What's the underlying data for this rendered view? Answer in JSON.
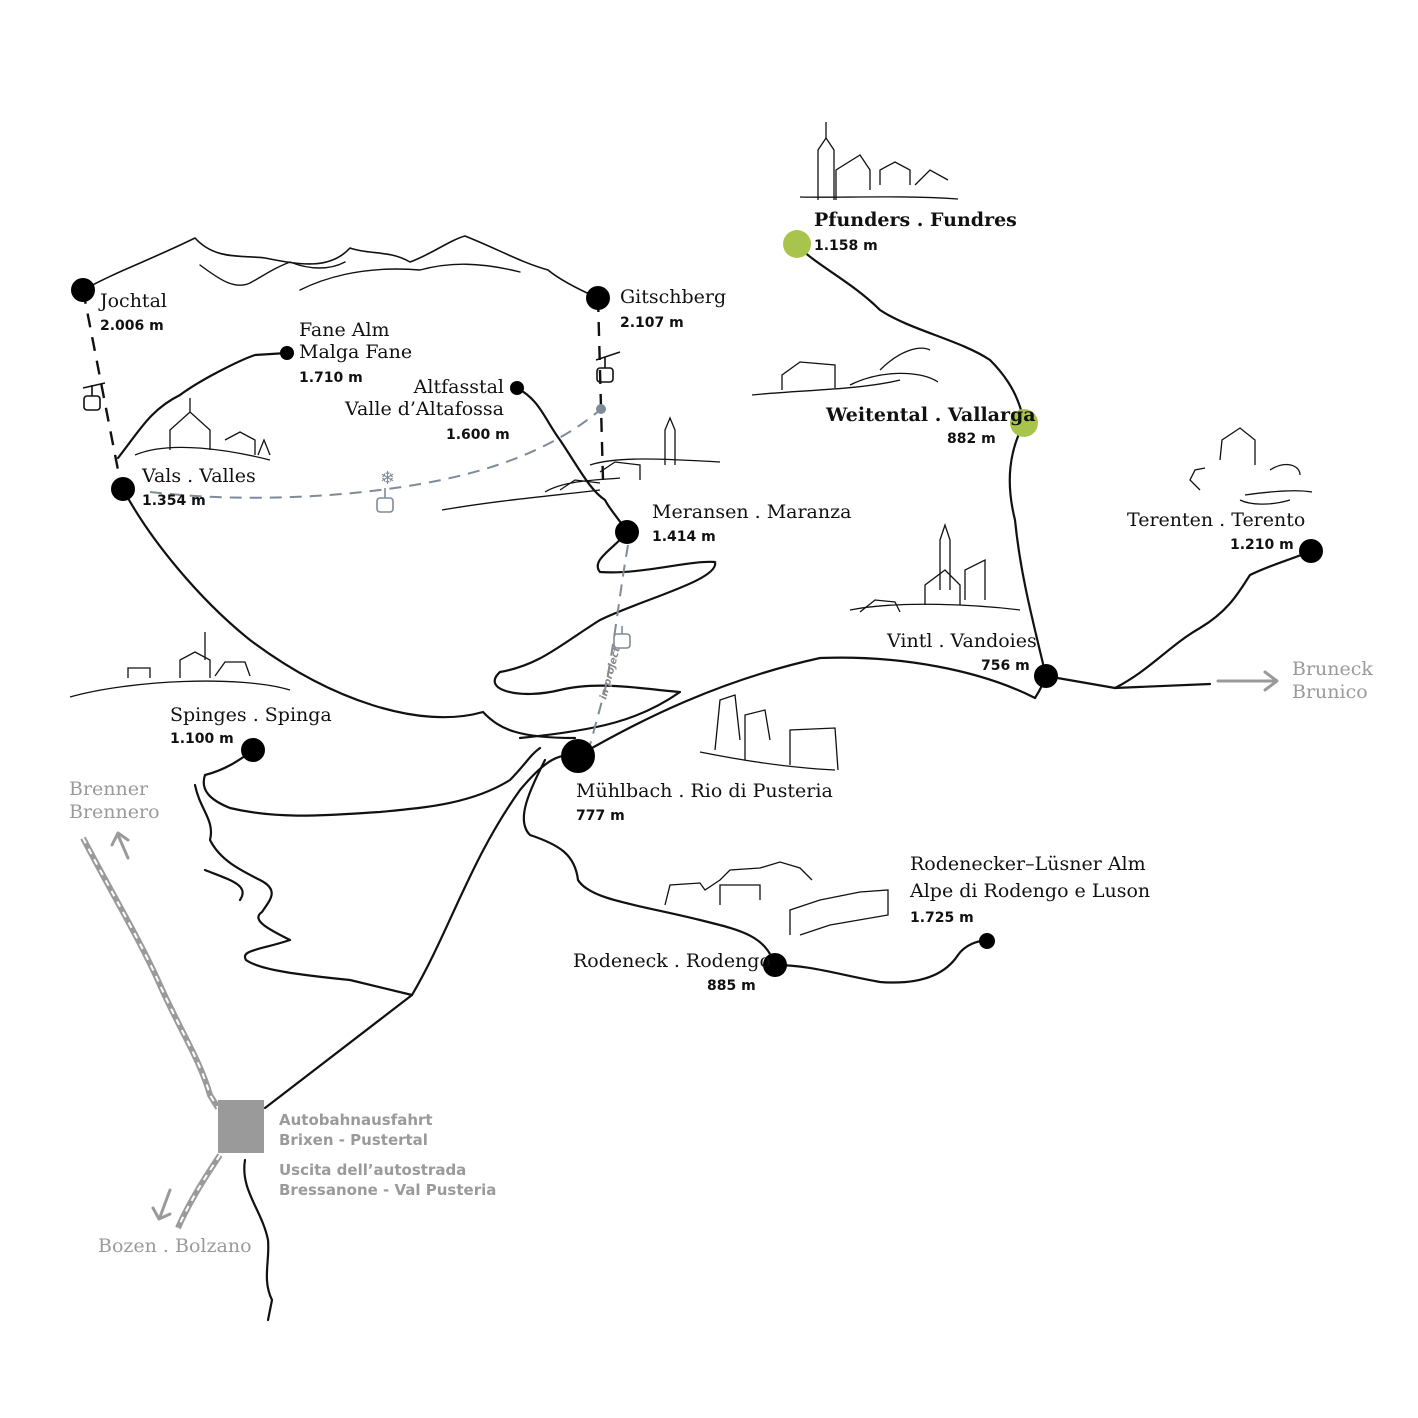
{
  "places": {
    "pfunders": {
      "name": "Pfunders . Fundres",
      "alt": "1.158 m"
    },
    "weitental": {
      "name": "Weitental . Vallarga",
      "alt": "882 m"
    },
    "jochtal": {
      "name": "Jochtal",
      "alt": "2.006 m"
    },
    "gitschberg": {
      "name": "Gitschberg",
      "alt": "2.107 m"
    },
    "fane": {
      "name1": "Fane Alm",
      "name2": "Malga Fane",
      "alt": "1.710 m"
    },
    "altfass": {
      "name1": "Altfasstal",
      "name2": "Valle d’Altafossa",
      "alt": "1.600 m"
    },
    "vals": {
      "name": "Vals . Valles",
      "alt": "1.354 m"
    },
    "meransen": {
      "name": "Meransen . Maranza",
      "alt": "1.414 m"
    },
    "terenten": {
      "name": "Terenten . Terento",
      "alt": "1.210 m"
    },
    "vintl": {
      "name": "Vintl . Vandoies",
      "alt": "756 m"
    },
    "spinges": {
      "name": "Spinges . Spinga",
      "alt": "1.100 m"
    },
    "muehlbach": {
      "name": "Mühlbach . Rio di Pusteria",
      "alt": "777 m"
    },
    "rodeneckalm": {
      "name1": "Rodenecker–Lüsner Alm",
      "name2": "Alpe di Rodengo e Luson",
      "alt": "1.725 m"
    },
    "rodeneck": {
      "name": "Rodeneck . Rodengo",
      "alt": "885 m"
    }
  },
  "directions": {
    "bruneck": {
      "line1": "Bruneck",
      "line2": "Brunico"
    },
    "brenner": {
      "line1": "Brenner",
      "line2": "Brennero"
    },
    "bozen": {
      "label": "Bozen . Bolzano"
    }
  },
  "exit": {
    "line1": "Autobahnausfahrt",
    "line2": "Brixen -  Pustertal",
    "line3": "Uscita dell’autostrada",
    "line4": "Bressanone -  Val Pusteria"
  },
  "in_project": "in project",
  "colors": {
    "highlight": "#a9c44d",
    "marker": "#000000",
    "road": "#111111",
    "gray": "#9a9a9a",
    "lift_planned": "#7f8b99"
  }
}
